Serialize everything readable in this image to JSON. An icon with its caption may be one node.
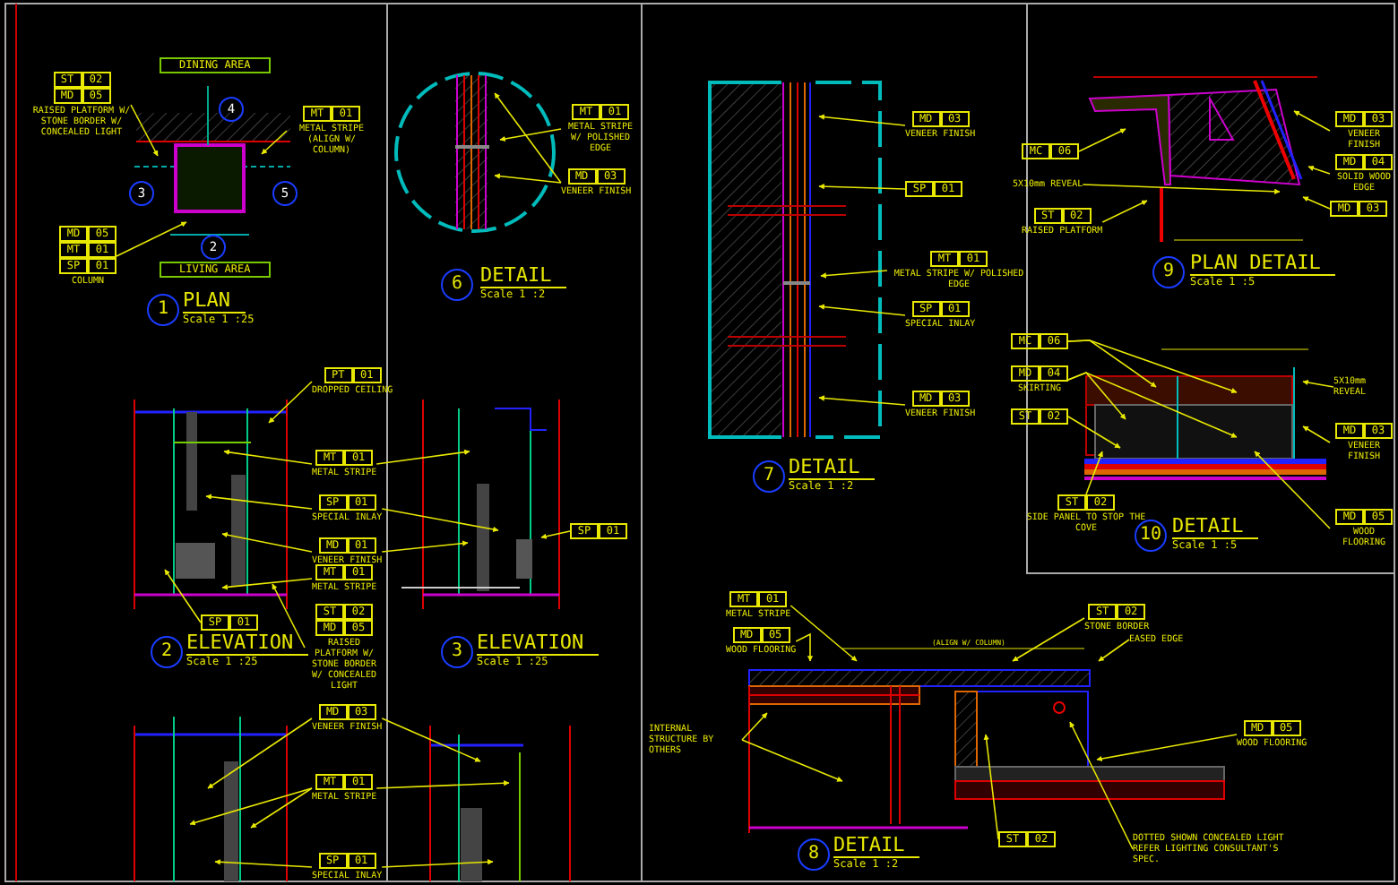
{
  "diagram": {
    "nodes": [
      {
        "text": [
          "DINING AREA"
        ]
      },
      {
        "text": [
          "LIVING AREA"
        ]
      },
      {
        "text": [
          "ST",
          "02",
          "MD",
          "05"
        ],
        "beside": [
          "RAISED PLATFORM W/ STONE BORDER W/ CONCEALED LIGHT"
        ]
      },
      {
        "text": [
          "MT",
          "01"
        ],
        "beside": [
          "METAL STRIPE (ALIGN W/ COLUMN)"
        ]
      },
      {
        "text": [
          "MD",
          "05",
          "MT",
          "01",
          "SP",
          "01"
        ],
        "beside": [
          "COLUMN"
        ]
      },
      {
        "text": [
          "MT",
          "01"
        ],
        "beside": [
          "METAL STRIPE W/ POLISHED EDGE"
        ]
      },
      {
        "text": [
          "MD",
          "03"
        ],
        "beside": [
          "VENEER FINISH"
        ]
      },
      {
        "text": [
          "MD",
          "03"
        ],
        "beside": [
          "VENEER FINISH"
        ]
      },
      {
        "text": [
          "SP",
          "01"
        ]
      },
      {
        "text": [
          "MT",
          "01"
        ],
        "beside": [
          "METAL STRIPE W/ POLISHED EDGE"
        ]
      },
      {
        "text": [
          "SP",
          "01"
        ],
        "beside": [
          "SPECIAL INLAY"
        ]
      },
      {
        "text": [
          "MD",
          "03"
        ],
        "beside": [
          "VENEER FINISH"
        ]
      },
      {
        "text": [
          "MD",
          "03"
        ],
        "beside": [
          "VENEER FINISH"
        ]
      },
      {
        "text": [
          "MD",
          "04"
        ],
        "beside": [
          "SOLID WOOD EDGE"
        ]
      },
      {
        "text": [
          "MC",
          "06"
        ]
      },
      {
        "text": [
          "ST",
          "02"
        ],
        "beside": [
          "RAISED PLATFORM"
        ]
      },
      {
        "text": [
          "MD",
          "03"
        ]
      },
      {
        "text": [
          "5X10mm REVEAL"
        ]
      },
      {
        "text": [
          "MC",
          "06"
        ]
      },
      {
        "text": [
          "MD",
          "04"
        ],
        "beside": [
          "SKIRTING"
        ]
      },
      {
        "text": [
          "ST",
          "02"
        ]
      },
      {
        "text": [
          "ST",
          "02"
        ],
        "beside": [
          "SIDE PANEL TO STOP THE COVE"
        ]
      },
      {
        "text": [
          "5X10mm REVEAL"
        ]
      },
      {
        "text": [
          "MD",
          "03"
        ],
        "beside": [
          "VENEER FINISH"
        ]
      },
      {
        "text": [
          "MD",
          "05"
        ],
        "beside": [
          "WOOD FLOORING"
        ]
      },
      {
        "text": [
          "PT",
          "01"
        ],
        "beside": [
          "DROPPED CEILING"
        ]
      },
      {
        "text": [
          "MT",
          "01"
        ],
        "beside": [
          "METAL STRIPE"
        ]
      },
      {
        "text": [
          "SP",
          "01"
        ],
        "beside": [
          "SPECIAL INLAY"
        ]
      },
      {
        "text": [
          "MD",
          "01"
        ],
        "beside": [
          "VENEER FINISH"
        ]
      },
      {
        "text": [
          "MT",
          "01"
        ],
        "beside": [
          "METAL STRIPE"
        ]
      },
      {
        "text": [
          "SP",
          "01"
        ]
      },
      {
        "text": [
          "ST",
          "02",
          "MD",
          "05"
        ],
        "beside": [
          "RAISED PLATFORM W/ STONE BORDER W/ CONCEALED LIGHT"
        ]
      },
      {
        "text": [
          "SP",
          "01"
        ]
      },
      {
        "text": [
          "MD",
          "03"
        ],
        "beside": [
          "VENEER FINISH"
        ]
      },
      {
        "text": [
          "MT",
          "01"
        ],
        "beside": [
          "METAL STRIPE"
        ]
      },
      {
        "text": [
          "SP",
          "01"
        ],
        "beside": [
          "SPECIAL INLAY"
        ]
      },
      {
        "text": [
          "MT",
          "01"
        ],
        "beside": [
          "METAL STRIPE"
        ]
      },
      {
        "text": [
          "MD",
          "05"
        ],
        "beside": [
          "WOOD FLOORING"
        ]
      },
      {
        "text": [
          "ST",
          "02"
        ],
        "beside": [
          "STONE BORDER"
        ]
      },
      {
        "text": [
          "EASED EDGE"
        ]
      },
      {
        "text": [
          "MD",
          "05"
        ],
        "beside": [
          "WOOD FLOORING"
        ]
      },
      {
        "text": [
          "ST",
          "02"
        ]
      },
      {
        "text": [
          "DOTTED SHOWN CONCEALED LIGHT REFER LIGHTING CONSULTANT'S SPEC."
        ]
      },
      {
        "text": [
          "INTERNAL STRUCTURE BY OTHERS"
        ]
      },
      {
        "text": [],
        "shape": "picture"
      },
      {
        "text": [],
        "shape": "picture"
      },
      {
        "text": [],
        "shape": "picture"
      },
      {
        "text": [],
        "shape": "picture"
      },
      {
        "text": [],
        "shape": "picture"
      },
      {
        "text": [],
        "shape": "picture"
      },
      {
        "text": [],
        "shape": "picture"
      },
      {
        "text": [],
        "shape": "picture"
      },
      {
        "text": [],
        "shape": "picture"
      },
      {
        "text": [],
        "shape": "picture"
      }
    ],
    "edges": [
      {
        "from": 2,
        "to": 44,
        "arrow": "to"
      },
      {
        "from": 3,
        "to": 44,
        "arrow": "to"
      },
      {
        "from": 4,
        "to": 44,
        "arrow": "to"
      },
      {
        "from": 5,
        "to": 45,
        "arrow": "to"
      },
      {
        "from": 6,
        "to": 45,
        "arrow": "to"
      },
      {
        "from": 6,
        "to": 45,
        "arrow": "to"
      },
      {
        "from": 7,
        "to": 46,
        "arrow": "to"
      },
      {
        "from": 8,
        "to": 46,
        "arrow": "to"
      },
      {
        "from": 9,
        "to": 46,
        "arrow": "to"
      },
      {
        "from": 10,
        "to": 46,
        "arrow": "to"
      },
      {
        "from": 11,
        "to": 46,
        "arrow": "to"
      },
      {
        "from": 12,
        "to": 47,
        "arrow": "to"
      },
      {
        "from": 13,
        "to": 47,
        "arrow": "to"
      },
      {
        "from": 14,
        "to": 47,
        "arrow": "to"
      },
      {
        "from": 15,
        "to": 47,
        "arrow": "to"
      },
      {
        "from": 16,
        "to": 47,
        "arrow": "to"
      },
      {
        "from": 17,
        "to": 47,
        "arrow": "to"
      },
      {
        "from": 18,
        "to": 48,
        "arrow": "to"
      },
      {
        "from": 18,
        "to": 48,
        "arrow": "to"
      },
      {
        "from": 19,
        "to": 48,
        "arrow": "to"
      },
      {
        "from": 19,
        "to": 48,
        "arrow": "to"
      },
      {
        "from": 20,
        "to": 48,
        "arrow": "to"
      },
      {
        "from": 21,
        "to": 48,
        "arrow": "to"
      },
      {
        "from": 22,
        "to": 48,
        "arrow": "to"
      },
      {
        "from": 23,
        "to": 48,
        "arrow": "to"
      },
      {
        "from": 24,
        "to": 48,
        "arrow": "to"
      },
      {
        "from": 25,
        "to": 49,
        "arrow": "to"
      },
      {
        "from": 26,
        "to": 49,
        "arrow": "to"
      },
      {
        "from": 26,
        "to": 50,
        "arrow": "to"
      },
      {
        "from": 27,
        "to": 49,
        "arrow": "to"
      },
      {
        "from": 27,
        "to": 50,
        "arrow": "to"
      },
      {
        "from": 28,
        "to": 49,
        "arrow": "to"
      },
      {
        "from": 28,
        "to": 50,
        "arrow": "to"
      },
      {
        "from": 29,
        "to": 49,
        "arrow": "to"
      },
      {
        "from": 30,
        "to": 49,
        "arrow": "to"
      },
      {
        "from": 31,
        "to": 49,
        "arrow": "to"
      },
      {
        "from": 32,
        "to": 50,
        "arrow": "to"
      },
      {
        "from": 33,
        "to": 51,
        "arrow": "to"
      },
      {
        "from": 33,
        "to": 52,
        "arrow": "to"
      },
      {
        "from": 34,
        "to": 51,
        "arrow": "to"
      },
      {
        "from": 34,
        "to": 51,
        "arrow": "to"
      },
      {
        "from": 34,
        "to": 52,
        "arrow": "to"
      },
      {
        "from": 35,
        "to": 51,
        "arrow": "to"
      },
      {
        "from": 35,
        "to": 52,
        "arrow": "to"
      },
      {
        "from": 36,
        "to": 53,
        "arrow": "to"
      },
      {
        "from": 37,
        "to": 53,
        "arrow": "to"
      },
      {
        "from": 38,
        "to": 53,
        "arrow": "to"
      },
      {
        "from": 39,
        "to": 53,
        "arrow": "to"
      },
      {
        "from": 40,
        "to": 53,
        "arrow": "to"
      },
      {
        "from": 41,
        "to": 53,
        "arrow": "to"
      },
      {
        "from": 42,
        "to": 53,
        "arrow": "to"
      },
      {
        "from": 43,
        "to": 53,
        "arrow": "to"
      },
      {
        "from": 43,
        "to": 53,
        "arrow": "to"
      }
    ],
    "labels": [
      "4",
      "3",
      "5",
      "2",
      "1",
      "PLAN",
      "Scale 1 :25",
      "6",
      "DETAIL",
      "Scale 1 :2",
      "7",
      "DETAIL",
      "Scale 1 :2",
      "9",
      "PLAN DETAIL",
      "Scale 1 :5",
      "10",
      "DETAIL",
      "Scale 1 :5",
      "2",
      "ELEVATION",
      "Scale 1 :25",
      "3",
      "ELEVATION",
      "Scale 1 :25",
      "(ALIGN W/ COLUMN)",
      "8",
      "DETAIL",
      "Scale 1 :2"
    ]
  }
}
